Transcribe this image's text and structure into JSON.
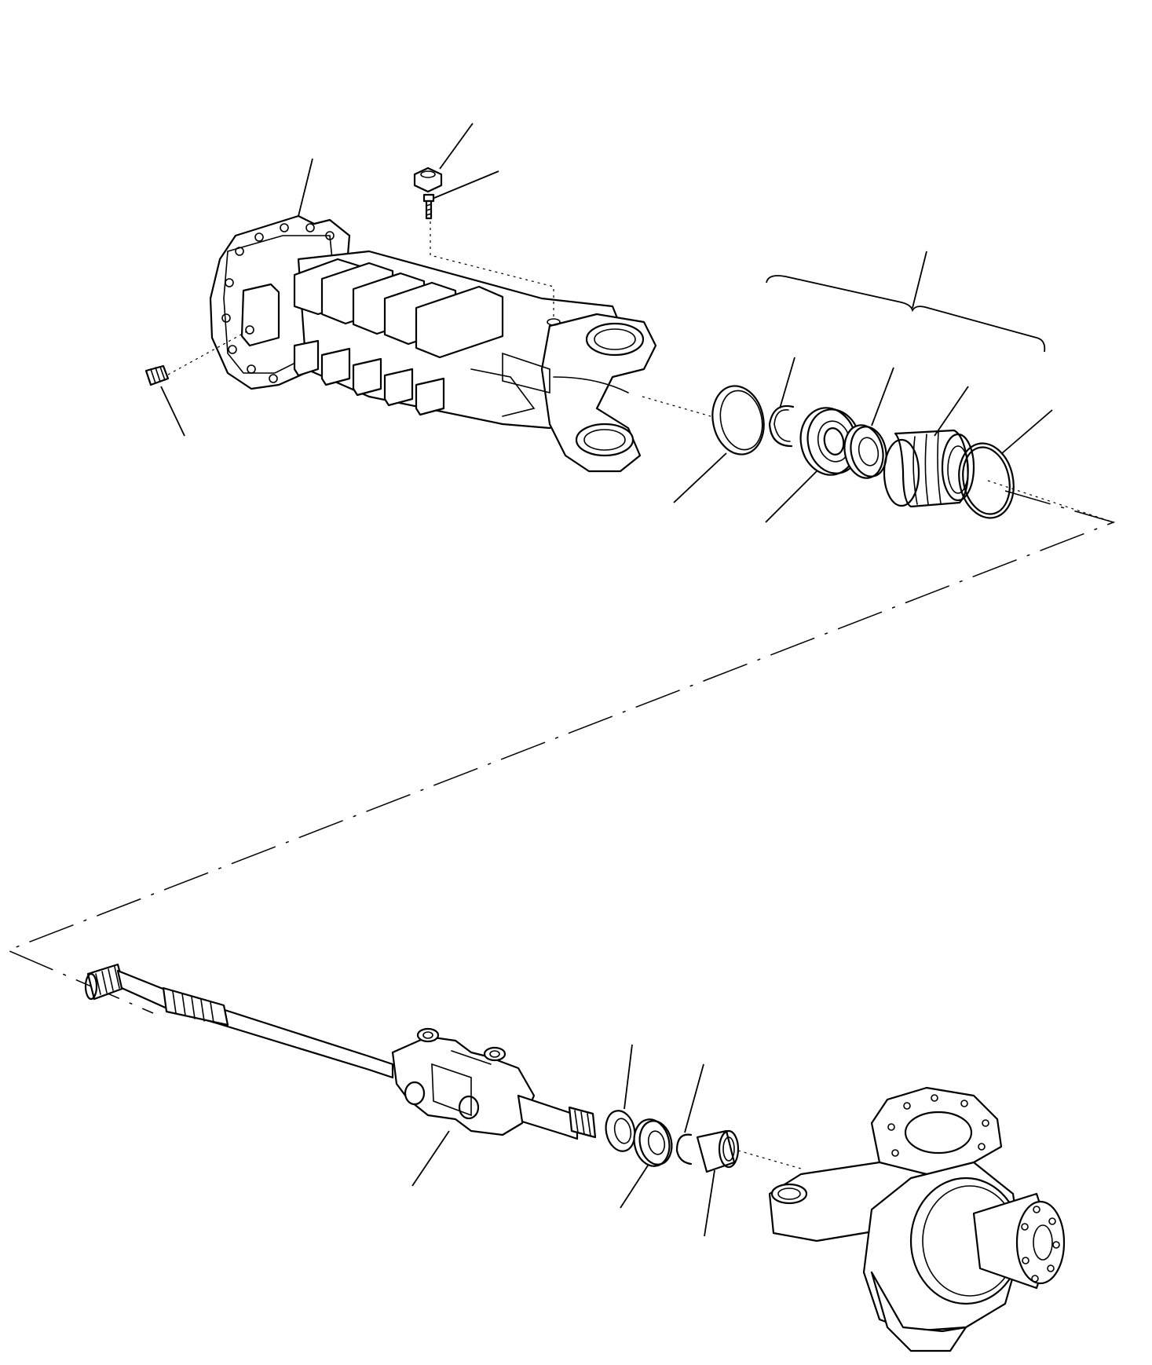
{
  "diagram": {
    "colors": {
      "ink": "#000000",
      "paper": "#ffffff"
    },
    "groups": [
      {
        "id": "axle-housing-assembly",
        "parts": [
          "housing-casting",
          "fill-plug",
          "nut",
          "bolt",
          "snap-ring",
          "circlip",
          "ball-bearing",
          "spacer",
          "seal-bushing",
          "o-ring"
        ]
      },
      {
        "id": "axle-shaft-assembly",
        "parts": [
          "axle-shaft",
          "universal-joint",
          "thrust-washer",
          "oil-seal",
          "retaining-clip",
          "needle-bearing",
          "steering-knuckle"
        ]
      }
    ]
  }
}
